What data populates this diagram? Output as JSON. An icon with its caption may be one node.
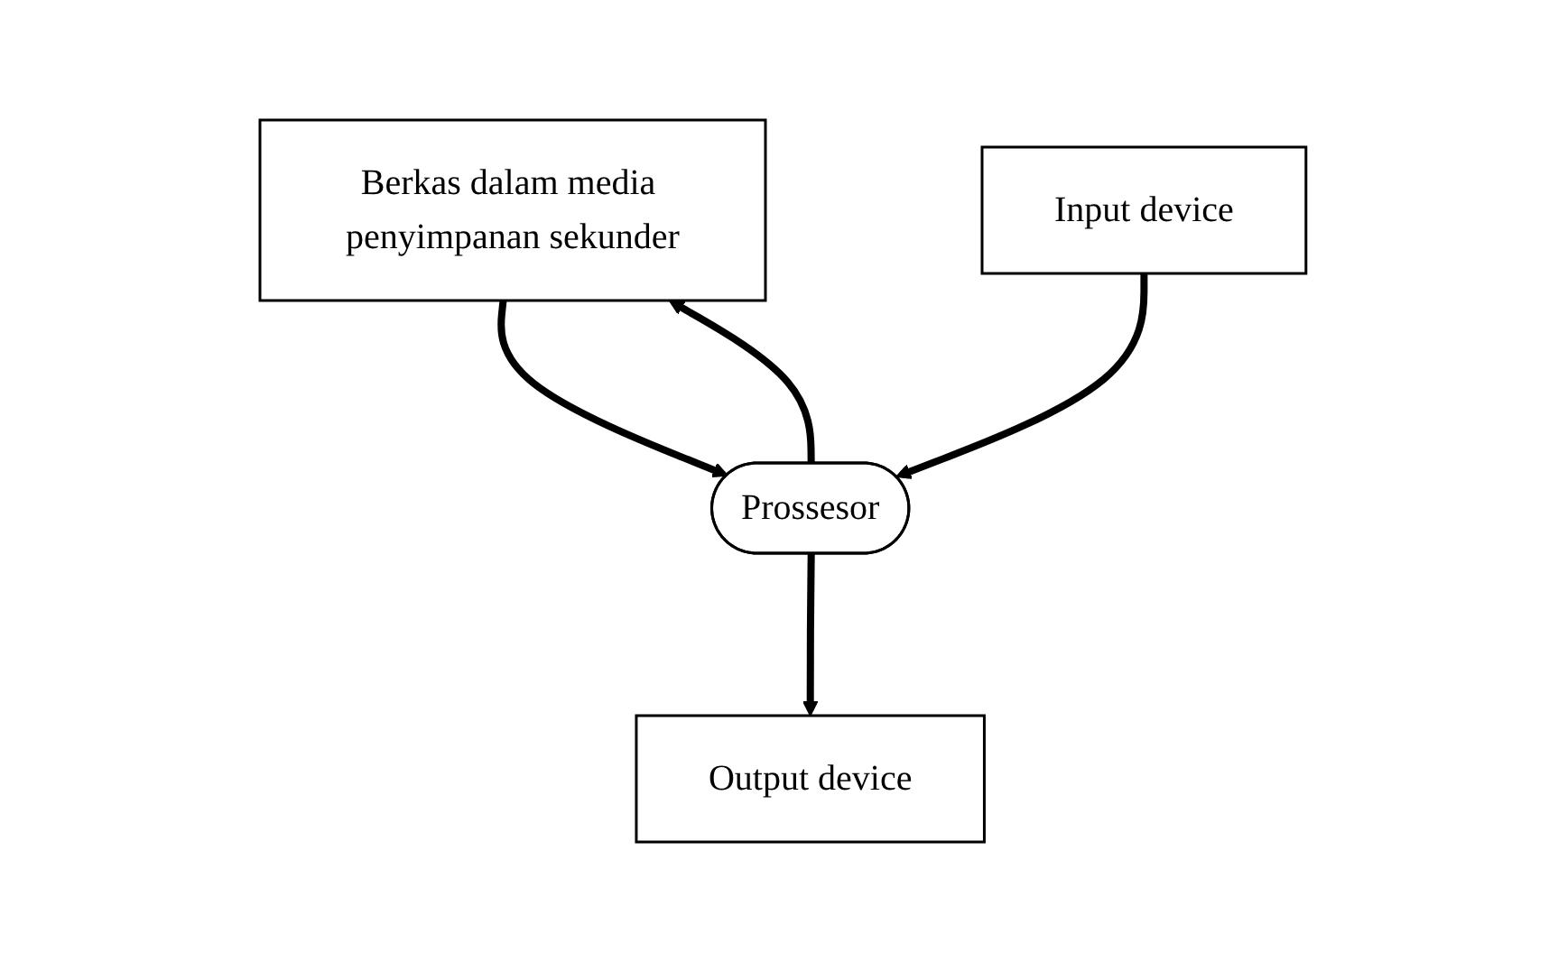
{
  "diagram": {
    "nodes": [
      {
        "text": [
          "Berkas dalam media penyimpanan sekunder"
        ]
      },
      {
        "text": [
          "Prossesor"
        ]
      },
      {
        "text": [
          "Input device"
        ]
      },
      {
        "text": [
          "Output device"
        ]
      }
    ],
    "edges": [
      {
        "from": 1,
        "to": 0,
        "arrow": "to"
      },
      {
        "from": 0,
        "to": 1,
        "arrow": "to"
      },
      {
        "from": 2,
        "to": 1,
        "arrow": "to"
      },
      {
        "from": 1,
        "to": 3,
        "arrow": "to"
      }
    ]
  }
}
